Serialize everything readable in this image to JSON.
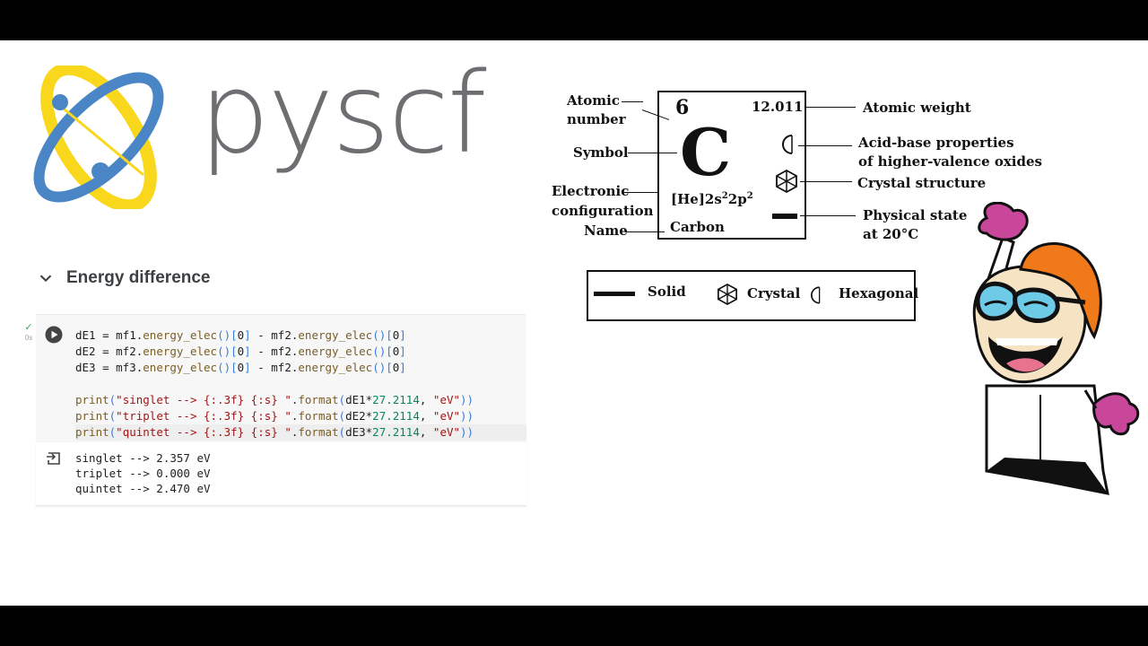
{
  "logo": {
    "text": "pyscf",
    "colors": {
      "ring_yellow": "#f9d71c",
      "ring_blue": "#4a86c5",
      "text": "#6d6e71"
    }
  },
  "section": {
    "title": "Energy difference",
    "toggle_icon": "chevron-down-icon"
  },
  "cell": {
    "status_check": "✓",
    "status_time": "0s",
    "run_icon": "play-circle-icon",
    "code": [
      "dE1 = mf1.energy_elec()[0] - mf2.energy_elec()[0]",
      "dE2 = mf2.energy_elec()[0] - mf2.energy_elec()[0]",
      "dE3 = mf3.energy_elec()[0] - mf2.energy_elec()[0]",
      "",
      "print(\"singlet --> {:.3f} {:s} \".format(dE1*27.2114, \"eV\"))",
      "print(\"triplet --> {:.3f} {:s} \".format(dE2*27.2114, \"eV\"))",
      "print(\"quintet --> {:.3f} {:s} \".format(dE3*27.2114, \"eV\"))"
    ]
  },
  "output": {
    "icon": "output-arrow-icon",
    "lines": [
      "singlet --> 2.357 eV",
      "triplet --> 0.000 eV",
      "quintet --> 2.470 eV"
    ]
  },
  "element": {
    "atomic_number": "6",
    "atomic_weight": "12.011",
    "symbol": "C",
    "config_base": "[He]2s",
    "config_sup1": "2",
    "config_mid": "2p",
    "config_sup2": "2",
    "name": "Carbon",
    "labels": {
      "atomic_number_1": "Atomic",
      "atomic_number_2": "number",
      "symbol": "Symbol",
      "config_1": "Electronic",
      "config_2": "configuration",
      "name": "Name",
      "atomic_weight": "Atomic weight",
      "acid_1": "Acid-base properties",
      "acid_2": "of higher-valence oxides",
      "crystal": "Crystal structure",
      "state_1": "Physical state",
      "state_2": "at 20°C"
    }
  },
  "legend": {
    "solid": "Solid",
    "crystal": "Crystal",
    "hexagonal": "Hexagonal"
  }
}
